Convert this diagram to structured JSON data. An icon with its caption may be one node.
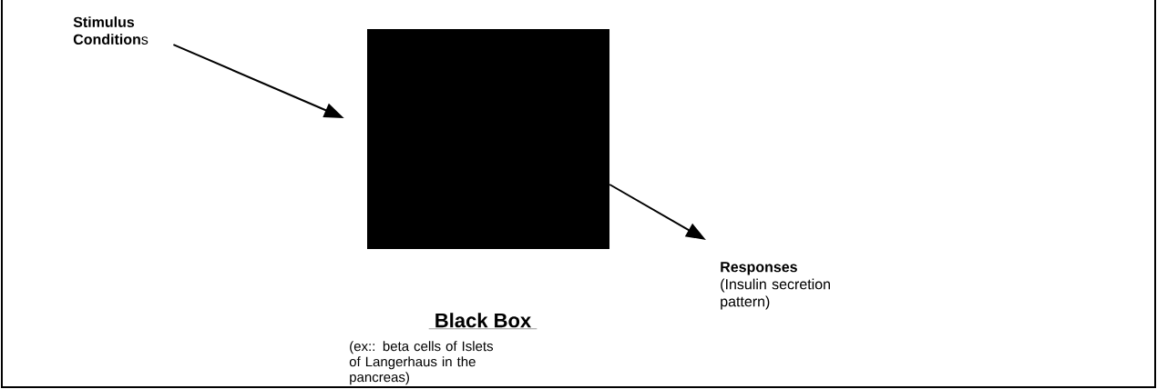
{
  "diagram": {
    "nodes": [
      {
        "text": [
          "**Stimulus Condition**s"
        ]
      },
      {
        "text": [],
        "shape": "box"
      },
      {
        "text": [
          "Responses",
          "(Insulin secretion pattern)"
        ]
      }
    ],
    "edges": [
      {
        "from": 0,
        "to": 1,
        "arrow": "to"
      },
      {
        "from": 1,
        "to": 2,
        "arrow": "to"
      }
    ],
    "labels": [
      "Black Box",
      "(ex:: beta cells of Islets of Langerhaus in the pancreas)"
    ]
  }
}
